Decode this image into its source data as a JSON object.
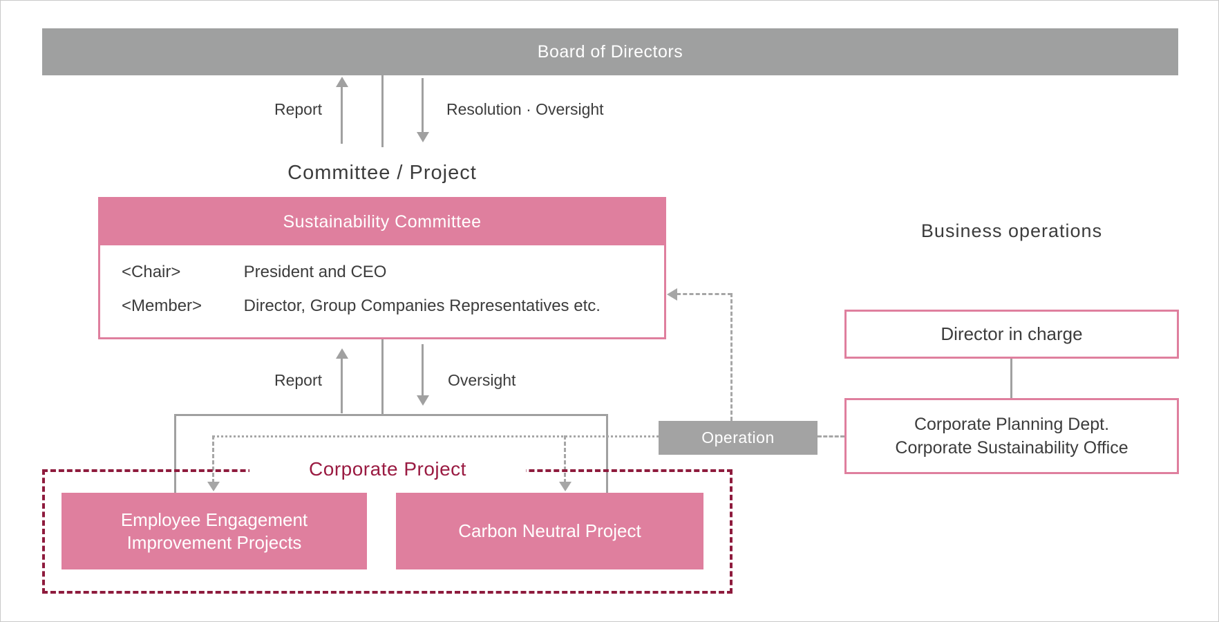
{
  "colors": {
    "pink": "#df7f9e",
    "bar_gray": "#9fa0a0",
    "connector_gray": "#a6a6a6",
    "maroon_border": "#8e1b3d",
    "maroon_text": "#9a1b42",
    "text": "#3c3c3c"
  },
  "board_bar": {
    "label": "Board of Directors"
  },
  "board_links": {
    "report_label": "Report",
    "resolution_oversight_label": "Resolution · Oversight"
  },
  "committee_section": {
    "heading": "Committee / Project",
    "committee": {
      "title": "Sustainability Committee",
      "rows": [
        {
          "label": "<Chair>",
          "value": "President and CEO"
        },
        {
          "label": "<Member>",
          "value": "Director, Group Companies Representatives etc."
        }
      ]
    },
    "links": {
      "report_label": "Report",
      "oversight_label": "Oversight"
    }
  },
  "business_section": {
    "heading": "Business operations",
    "director_box_label": "Director in charge",
    "planning_box_line1": "Corporate Planning Dept.",
    "planning_box_line2": "Corporate Sustainability Office"
  },
  "operation_box": {
    "label": "Operation"
  },
  "corporate_project": {
    "label": "Corporate Project",
    "employee_project": {
      "line1": "Employee Engagement",
      "line2": "Improvement Projects"
    },
    "carbon_project": {
      "line1": "Carbon Neutral Project"
    }
  }
}
